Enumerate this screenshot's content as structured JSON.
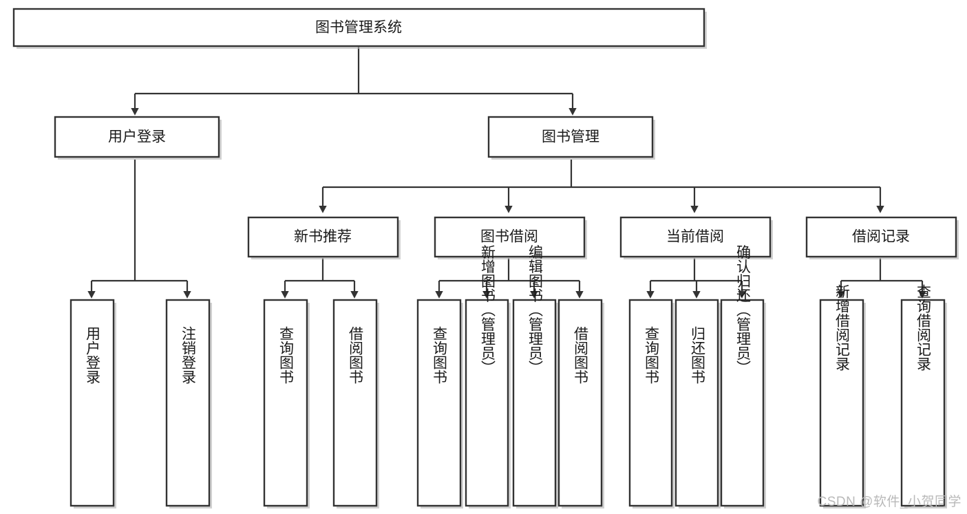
{
  "diagram": {
    "type": "hierarchy-tree",
    "title": "图书管理系统",
    "orientation": "top-down",
    "watermark": "CSDN @软件_小贺同学",
    "colors": {
      "box_fill": "#ffffff",
      "box_stroke": "#333333",
      "text": "#1a1a1a",
      "watermark": "#b9b9b9",
      "background": "#ffffff"
    },
    "levels": [
      {
        "level": 1,
        "nodes": [
          {
            "id": "root",
            "label": "图书管理系统",
            "orientation": "horizontal"
          }
        ]
      },
      {
        "level": 2,
        "nodes": [
          {
            "id": "login",
            "label": "用户登录",
            "parent": "root",
            "orientation": "horizontal"
          },
          {
            "id": "bookmgmt",
            "label": "图书管理",
            "parent": "root",
            "orientation": "horizontal"
          }
        ]
      },
      {
        "level": 3,
        "nodes": [
          {
            "id": "newbook",
            "label": "新书推荐",
            "parent": "bookmgmt",
            "orientation": "horizontal"
          },
          {
            "id": "borrow",
            "label": "图书借阅",
            "parent": "bookmgmt",
            "orientation": "horizontal"
          },
          {
            "id": "current",
            "label": "当前借阅",
            "parent": "bookmgmt",
            "orientation": "horizontal"
          },
          {
            "id": "record",
            "label": "借阅记录",
            "parent": "bookmgmt",
            "orientation": "horizontal"
          }
        ]
      },
      {
        "level": 4,
        "nodes": [
          {
            "id": "leaf-login-1",
            "label": "用户登录",
            "parent": "login",
            "orientation": "vertical"
          },
          {
            "id": "leaf-login-2",
            "label": "注销登录",
            "parent": "login",
            "orientation": "vertical"
          },
          {
            "id": "leaf-newbook-1",
            "label": "查询图书",
            "parent": "newbook",
            "orientation": "vertical"
          },
          {
            "id": "leaf-newbook-2",
            "label": "借阅图书",
            "parent": "newbook",
            "orientation": "vertical"
          },
          {
            "id": "leaf-borrow-1",
            "label": "查询图书",
            "parent": "borrow",
            "orientation": "vertical"
          },
          {
            "id": "leaf-borrow-2",
            "label": "新增图书（管理员）",
            "parent": "borrow",
            "orientation": "vertical"
          },
          {
            "id": "leaf-borrow-3",
            "label": "编辑图书（管理员）",
            "parent": "borrow",
            "orientation": "vertical"
          },
          {
            "id": "leaf-borrow-4",
            "label": "借阅图书",
            "parent": "borrow",
            "orientation": "vertical"
          },
          {
            "id": "leaf-current-1",
            "label": "查询图书",
            "parent": "current",
            "orientation": "vertical"
          },
          {
            "id": "leaf-current-2",
            "label": "归还图书",
            "parent": "current",
            "orientation": "vertical"
          },
          {
            "id": "leaf-current-3",
            "label": "确认归还（管理员）",
            "parent": "current",
            "orientation": "vertical"
          },
          {
            "id": "leaf-record-1",
            "label": "新增借阅记录",
            "parent": "record",
            "orientation": "vertical"
          },
          {
            "id": "leaf-record-2",
            "label": "查询借阅记录",
            "parent": "record",
            "orientation": "vertical"
          }
        ]
      }
    ]
  }
}
